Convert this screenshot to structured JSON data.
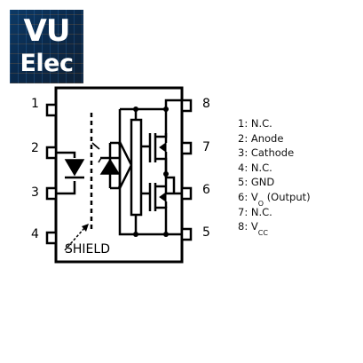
{
  "logo": {
    "line1": "VU",
    "line2": "Elec"
  },
  "diagram": {
    "pin_numbers_left": [
      "1",
      "2",
      "3",
      "4"
    ],
    "pin_numbers_right": [
      "8",
      "7",
      "6",
      "5"
    ],
    "shield_label": "SHIELD"
  },
  "pin_list": [
    {
      "num": "1:",
      "name": "N.C."
    },
    {
      "num": "2:",
      "name": "Anode"
    },
    {
      "num": "3:",
      "name": "Cathode"
    },
    {
      "num": "4:",
      "name": "N.C."
    },
    {
      "num": "5:",
      "name": "GND"
    },
    {
      "num": "6:",
      "name": "V",
      "sub": "O",
      "suffix": "(Output)"
    },
    {
      "num": "7:",
      "name": "N.C."
    },
    {
      "num": "8:",
      "name": "V",
      "sub": "CC"
    }
  ]
}
